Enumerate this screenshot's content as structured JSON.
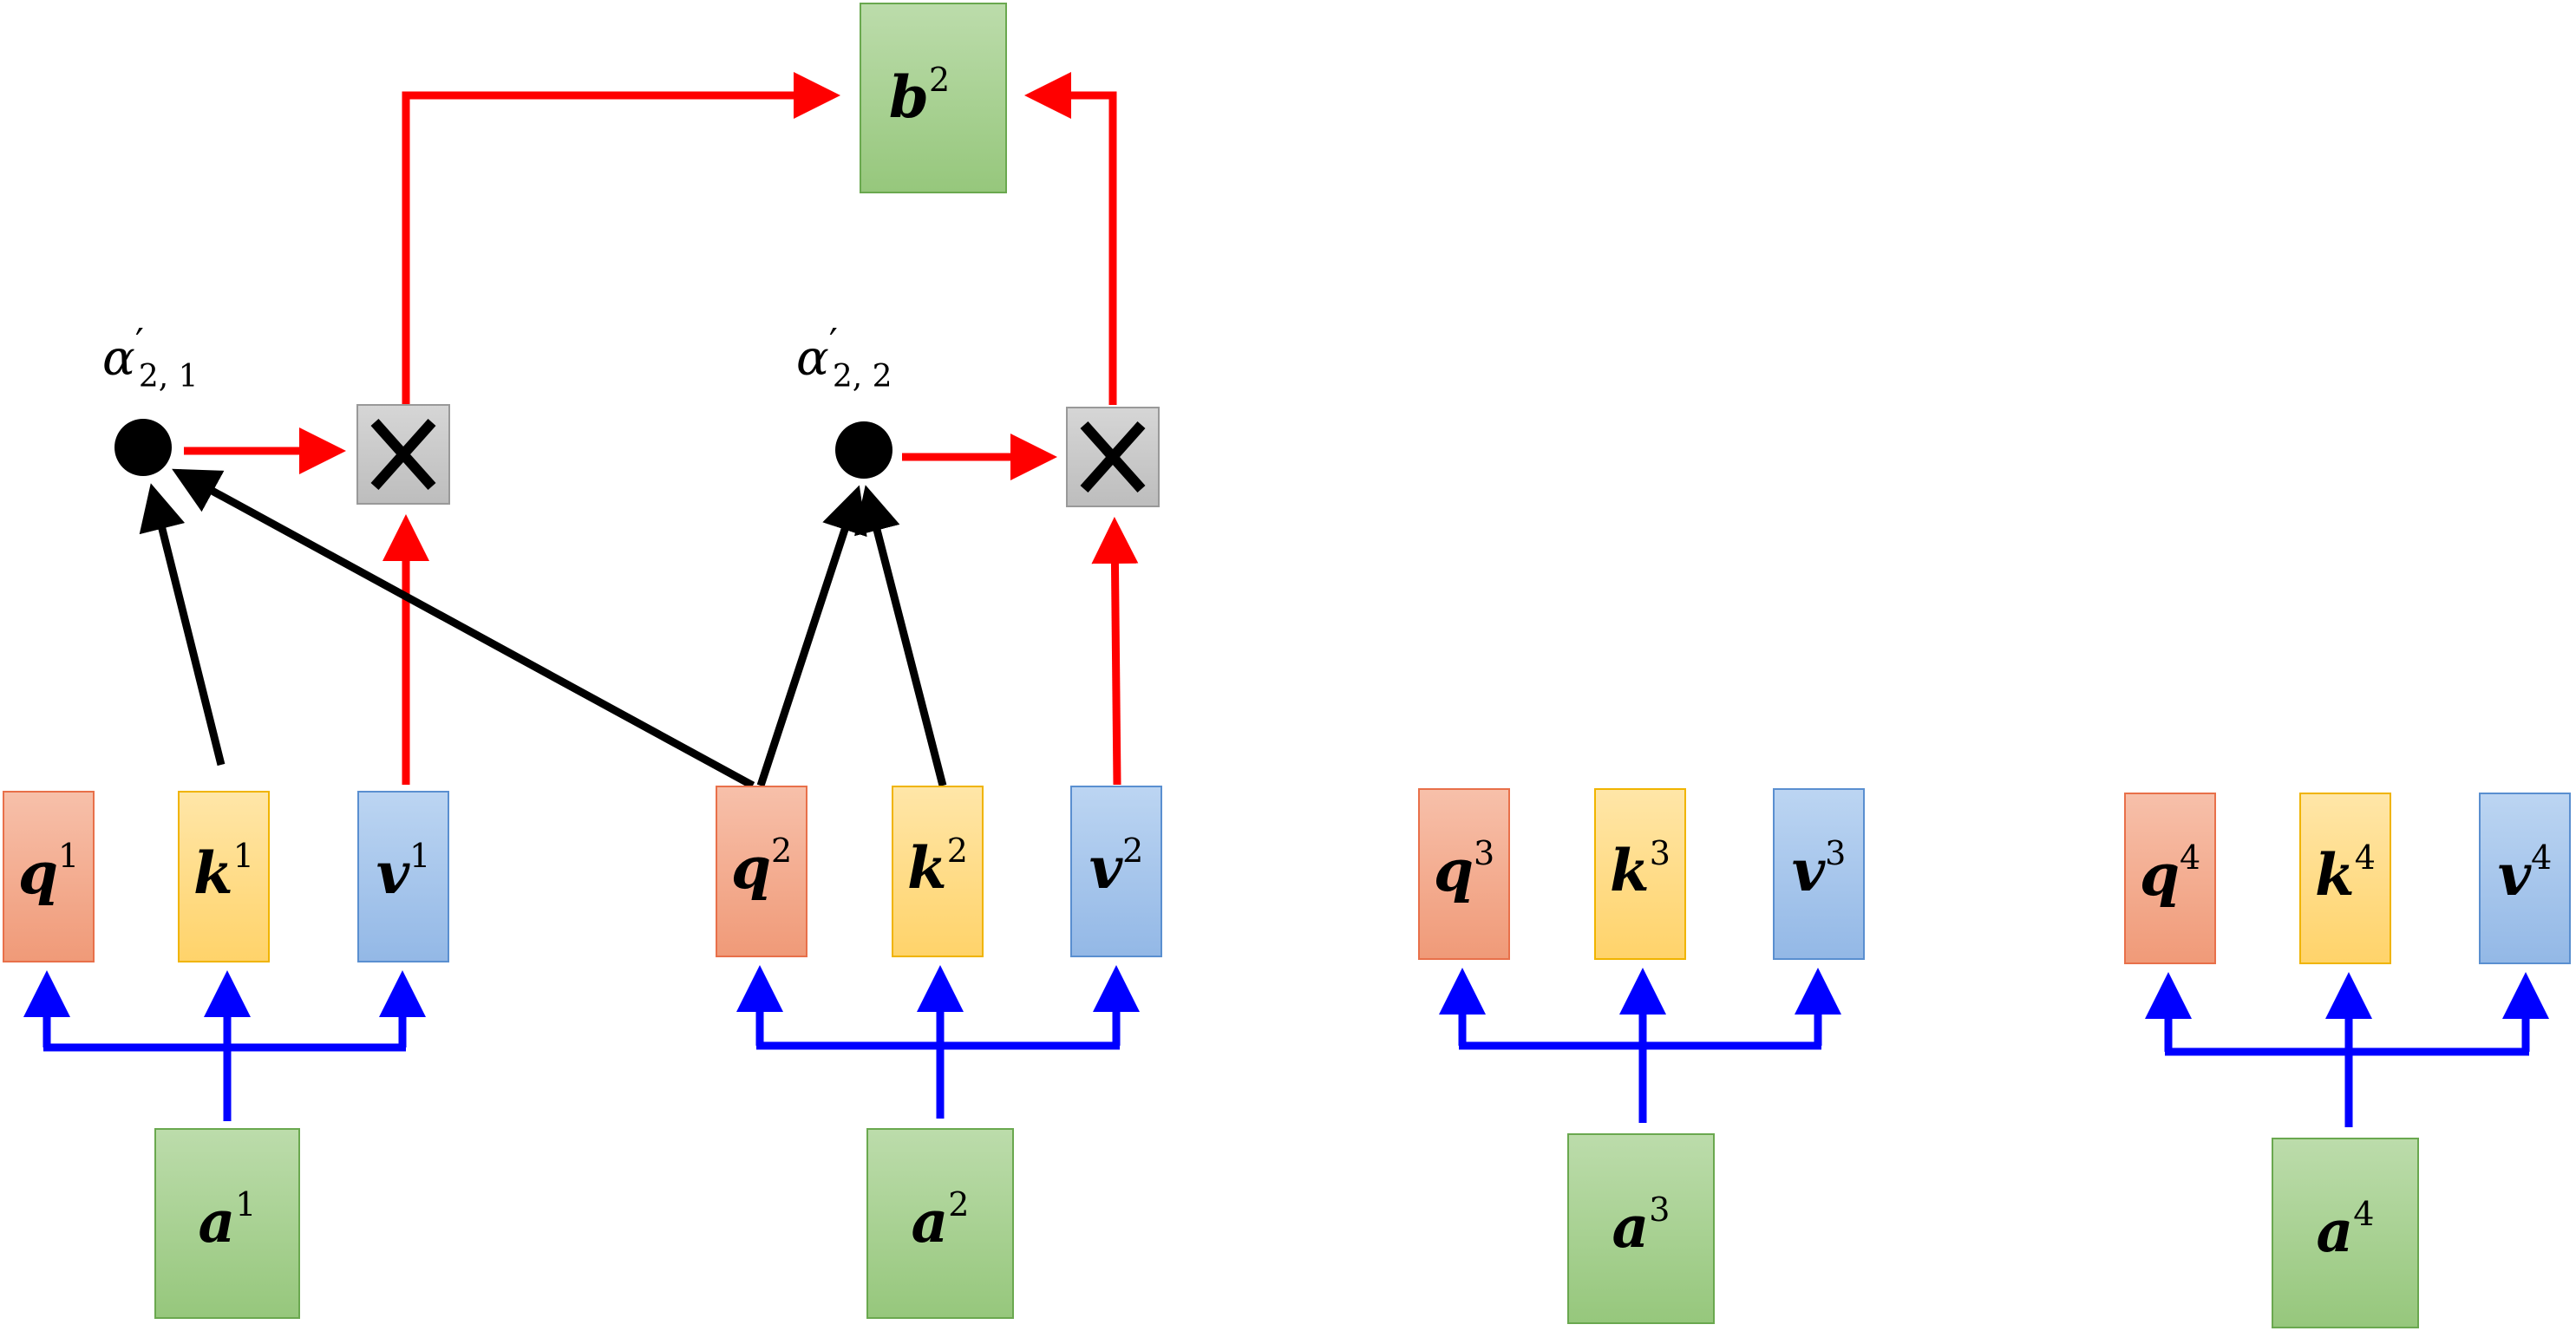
{
  "colors": {
    "query_fill": "#f2a98a",
    "query_stroke": "#e8704a",
    "key_fill": "#ffd98a",
    "key_stroke": "#f0b400",
    "value_fill": "#a8c6ea",
    "value_stroke": "#5a8fd0",
    "input_fill": "#a6d08f",
    "input_stroke": "#6aa84f",
    "mult_fill": "#c8c8c8",
    "mult_stroke": "#999999",
    "red_arrow": "#ff0000",
    "blue_arrow": "#0000ff",
    "black_arrow": "#000000"
  },
  "output": {
    "base": "b",
    "sup": "2"
  },
  "attention_scores": [
    {
      "alpha": "α",
      "prime": "′",
      "sub": "2, 1"
    },
    {
      "alpha": "α",
      "prime": "′",
      "sub": "2, 2"
    }
  ],
  "multiply_symbol": "×",
  "groups": [
    {
      "index": "1",
      "q": "q",
      "k": "k",
      "v": "v",
      "a": "a"
    },
    {
      "index": "2",
      "q": "q",
      "k": "k",
      "v": "v",
      "a": "a"
    },
    {
      "index": "3",
      "q": "q",
      "k": "k",
      "v": "v",
      "a": "a"
    },
    {
      "index": "4",
      "q": "q",
      "k": "k",
      "v": "v",
      "a": "a"
    }
  ]
}
